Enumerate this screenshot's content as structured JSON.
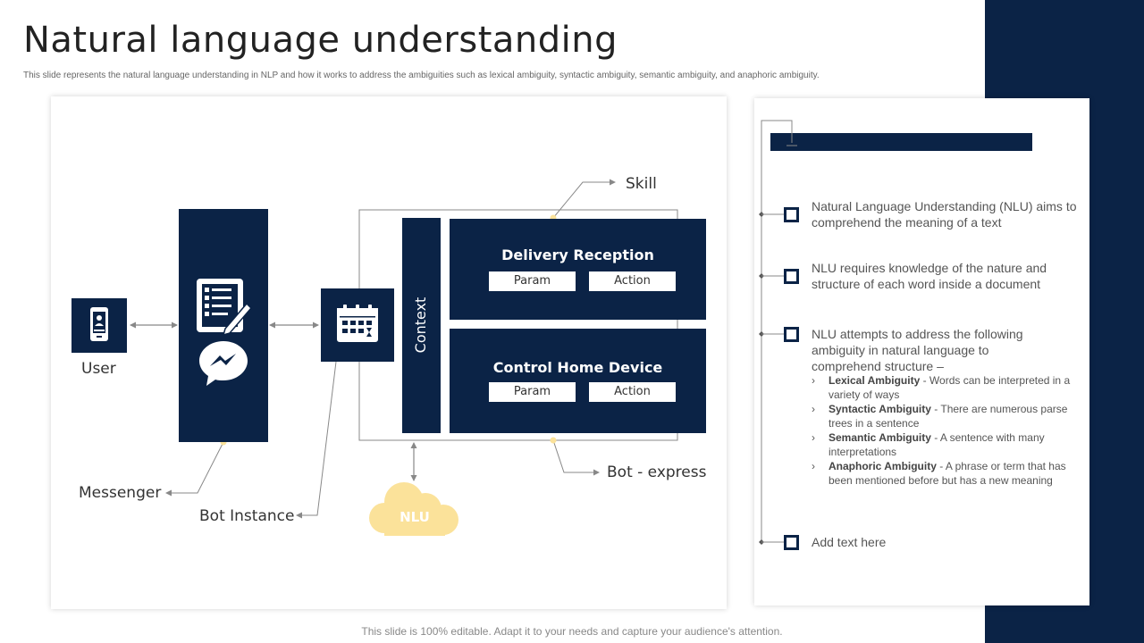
{
  "title": "Natural language understanding",
  "subtitle": "This slide represents the natural language understanding in NLP  and how it works to address the ambiguities such as lexical ambiguity, syntactic ambiguity, semantic ambiguity, and anaphoric ambiguity.",
  "diagram": {
    "labels": {
      "user": "User",
      "messenger": "Messenger",
      "bot_instance": "Bot Instance",
      "context": "Context",
      "skill": "Skill",
      "bot_express": "Bot - express",
      "nlu": "NLU"
    },
    "skills": [
      {
        "title": "Delivery Reception",
        "param": "Param",
        "action": "Action"
      },
      {
        "title": "Control Home Device",
        "param": "Param",
        "action": "Action"
      }
    ]
  },
  "info": {
    "items": [
      "Natural Language Understanding (NLU) aims to comprehend the meaning of a text",
      "NLU requires knowledge of the nature and structure of each word inside a document",
      "NLU attempts to address the following ambiguity in natural language to comprehend structure –",
      "Add text here"
    ],
    "sub_items": [
      {
        "term": "Lexical Ambiguity",
        "desc": " - Words can be interpreted  in a variety  of ways"
      },
      {
        "term": "Syntactic Ambiguity",
        "desc": " - There are numerous parse trees in a sentence"
      },
      {
        "term": "Semantic Ambiguity",
        "desc": " - A sentence with many interpretations"
      },
      {
        "term": "Anaphoric Ambiguity",
        "desc": " - A phrase or term that has been mentioned before  but has a new meaning"
      }
    ]
  },
  "footer": "This slide is 100% editable. Adapt it to your needs and capture your audience's attention.",
  "colors": {
    "navy": "#0b2346",
    "yellow": "#fbe29a",
    "connector": "#888888"
  }
}
